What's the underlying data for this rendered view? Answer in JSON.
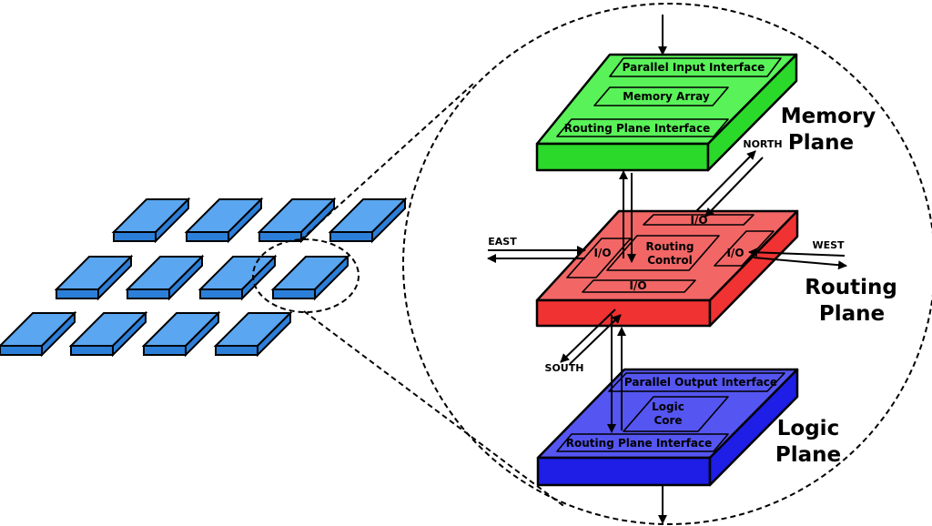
{
  "planes": {
    "memory": {
      "title_line1": "Memory",
      "title_line2": "Plane",
      "color_top": "#59f259",
      "color_side": "#2ad92a",
      "sections": {
        "input": "Parallel Input Interface",
        "memory": "Memory Array",
        "routing": "Routing Plane Interface"
      }
    },
    "routing": {
      "title_line1": "Routing",
      "title_line2": "Plane",
      "color_top": "#f26666",
      "color_side": "#f03232",
      "sections": {
        "control_line1": "Routing",
        "control_line2": "Control",
        "io_top": "I/O",
        "io_left": "I/O",
        "io_right": "I/O",
        "io_bottom": "I/O"
      }
    },
    "logic": {
      "title_line1": "Logic",
      "title_line2": "Plane",
      "color_top": "#5555f2",
      "color_side": "#1e1ee6",
      "sections": {
        "output": "Parallel Output Interface",
        "core_line1": "Logic",
        "core_line2": "Core",
        "routing": "Routing Plane Interface"
      }
    }
  },
  "directions": {
    "north": "NORTH",
    "south": "SOUTH",
    "east": "EAST",
    "west": "WEST"
  },
  "tile_colors": {
    "top": "#5aa6f0",
    "side": "#2c7fd8"
  }
}
